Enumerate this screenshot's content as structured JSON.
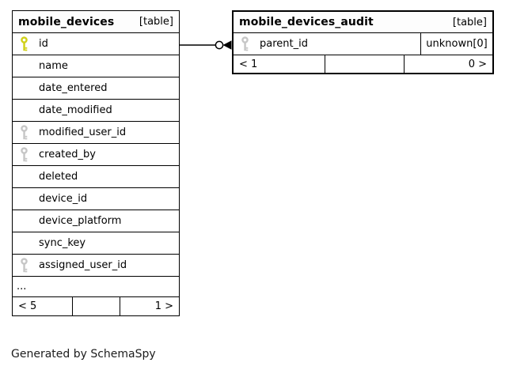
{
  "diagram": {
    "footer_note": "Generated by SchemaSpy",
    "colors": {
      "primary_key": "#d0d018",
      "foreign_key": "#c6c6c6",
      "border": "#000000"
    },
    "tables": [
      {
        "name": "mobile_devices",
        "type_label": "[table]",
        "columns": [
          {
            "name": "id",
            "key": "primary"
          },
          {
            "name": "name",
            "key": "none"
          },
          {
            "name": "date_entered",
            "key": "none"
          },
          {
            "name": "date_modified",
            "key": "none"
          },
          {
            "name": "modified_user_id",
            "key": "foreign"
          },
          {
            "name": "created_by",
            "key": "foreign"
          },
          {
            "name": "deleted",
            "key": "none"
          },
          {
            "name": "device_id",
            "key": "none"
          },
          {
            "name": "device_platform",
            "key": "none"
          },
          {
            "name": "sync_key",
            "key": "none"
          },
          {
            "name": "assigned_user_id",
            "key": "foreign"
          }
        ],
        "ellipsis": "...",
        "footer": {
          "left": "< 5",
          "middle": "",
          "right": "1 >"
        }
      },
      {
        "name": "mobile_devices_audit",
        "type_label": "[table]",
        "columns": [
          {
            "name": "parent_id",
            "key": "foreign",
            "annotation": "unknown[0]"
          }
        ],
        "footer": {
          "left": "< 1",
          "middle": "",
          "right": "0 >"
        }
      }
    ],
    "relationship": {
      "from_table": "mobile_devices",
      "from_column": "id",
      "to_table": "mobile_devices_audit",
      "to_column": "parent_id"
    }
  }
}
